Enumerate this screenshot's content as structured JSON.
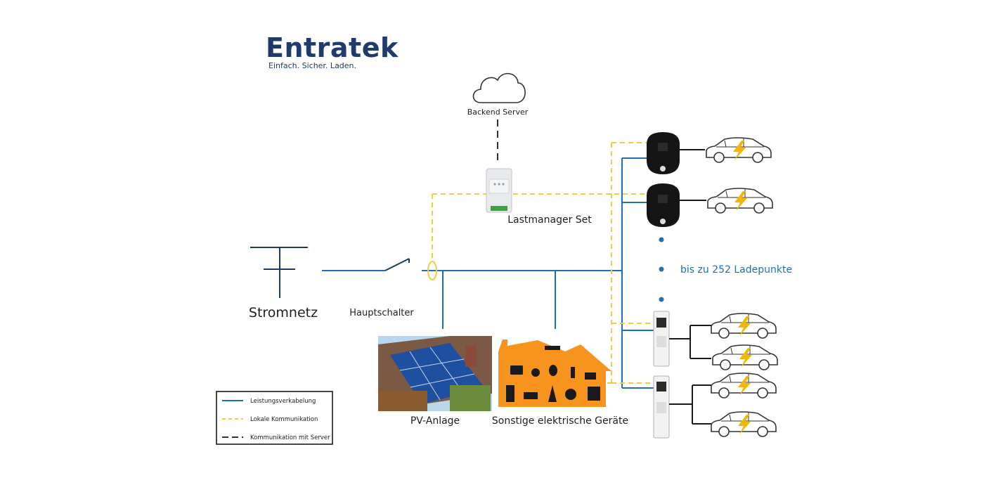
{
  "brand": {
    "name": "Entratek",
    "tagline": "Einfach. Sicher. Laden."
  },
  "nodes": {
    "backend_server": "Backend Server",
    "lastmanager": "Lastmanager Set",
    "stromnetz": "Stromnetz",
    "hauptschalter": "Hauptschalter",
    "pv_anlage": "PV-Anlage",
    "geraete": "Sonstige elektrische Geräte",
    "ladepunkte": "bis zu 252 Ladepunkte"
  },
  "legend": {
    "items": [
      {
        "label": "Leistungsverkabelung",
        "style": "solid",
        "color": "#1f6fb8"
      },
      {
        "label": "Lokale Kommunikation",
        "style": "dashed",
        "color": "#f2c94c"
      },
      {
        "label": "Kommunikation mit Server",
        "style": "dashed",
        "color": "#333333"
      }
    ]
  },
  "colors": {
    "power": "#1f6fb8",
    "local": "#f2c94c",
    "server": "#333333",
    "house": "#f7941d",
    "brand": "#1f3a6b",
    "bolt": "#f2b705"
  }
}
